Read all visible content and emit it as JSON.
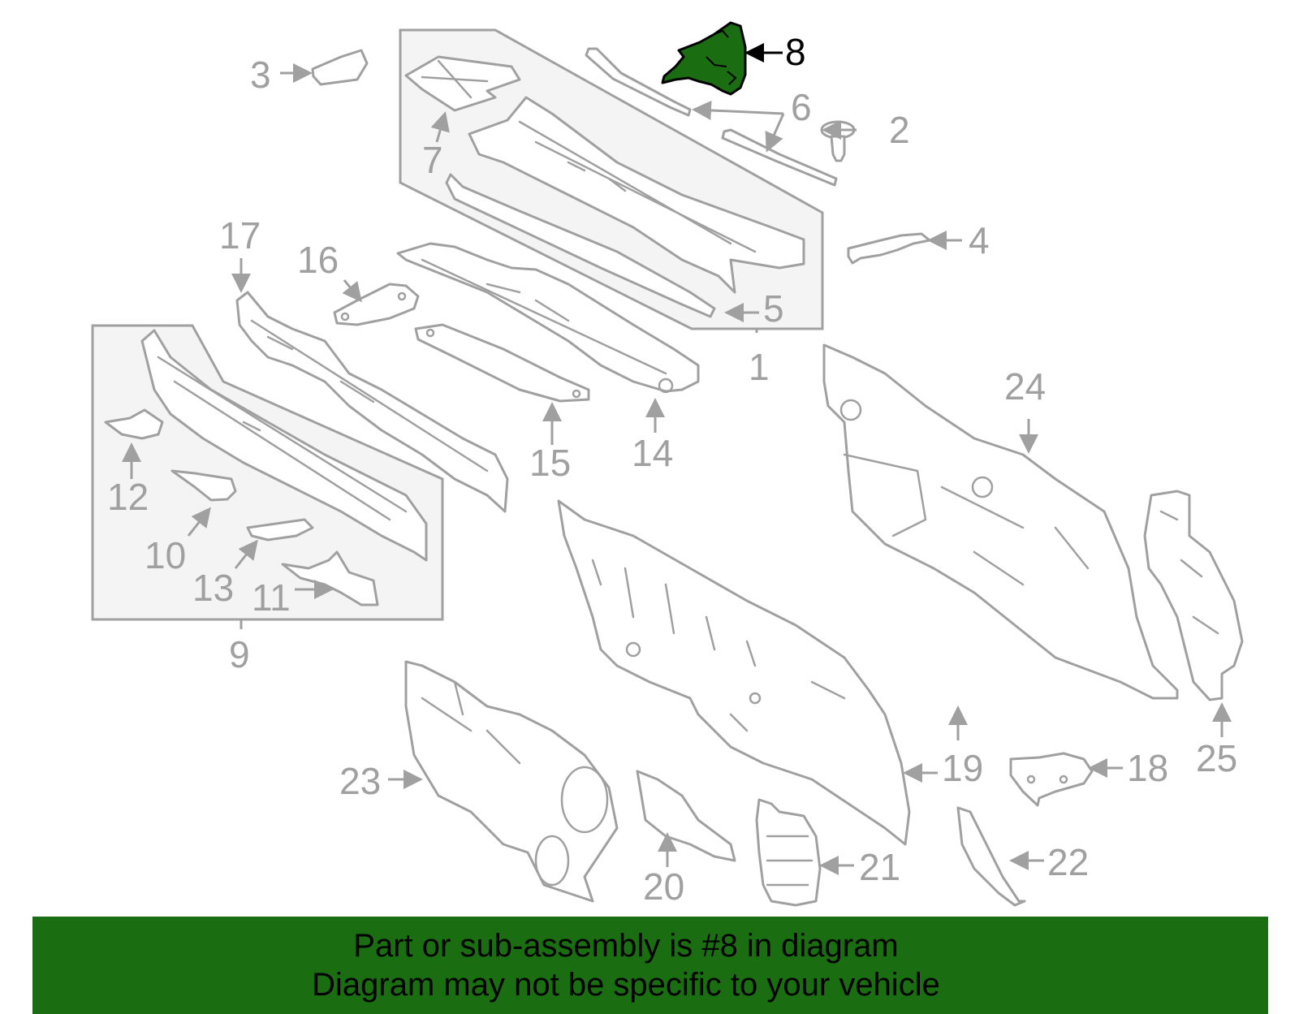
{
  "diagram": {
    "highlighted_part": "8",
    "callouts": [
      "1",
      "2",
      "3",
      "4",
      "5",
      "6",
      "7",
      "8",
      "9",
      "10",
      "11",
      "12",
      "13",
      "14",
      "15",
      "16",
      "17",
      "18",
      "19",
      "20",
      "21",
      "22",
      "23",
      "24",
      "25"
    ]
  },
  "banner": {
    "line1": "Part or sub-assembly is #8 in diagram",
    "line2": "Diagram may not be specific to your vehicle"
  },
  "colors": {
    "highlight": "#1a6e11",
    "line_art": "#a0a0a0",
    "banner_bg": "#1a6e11"
  }
}
